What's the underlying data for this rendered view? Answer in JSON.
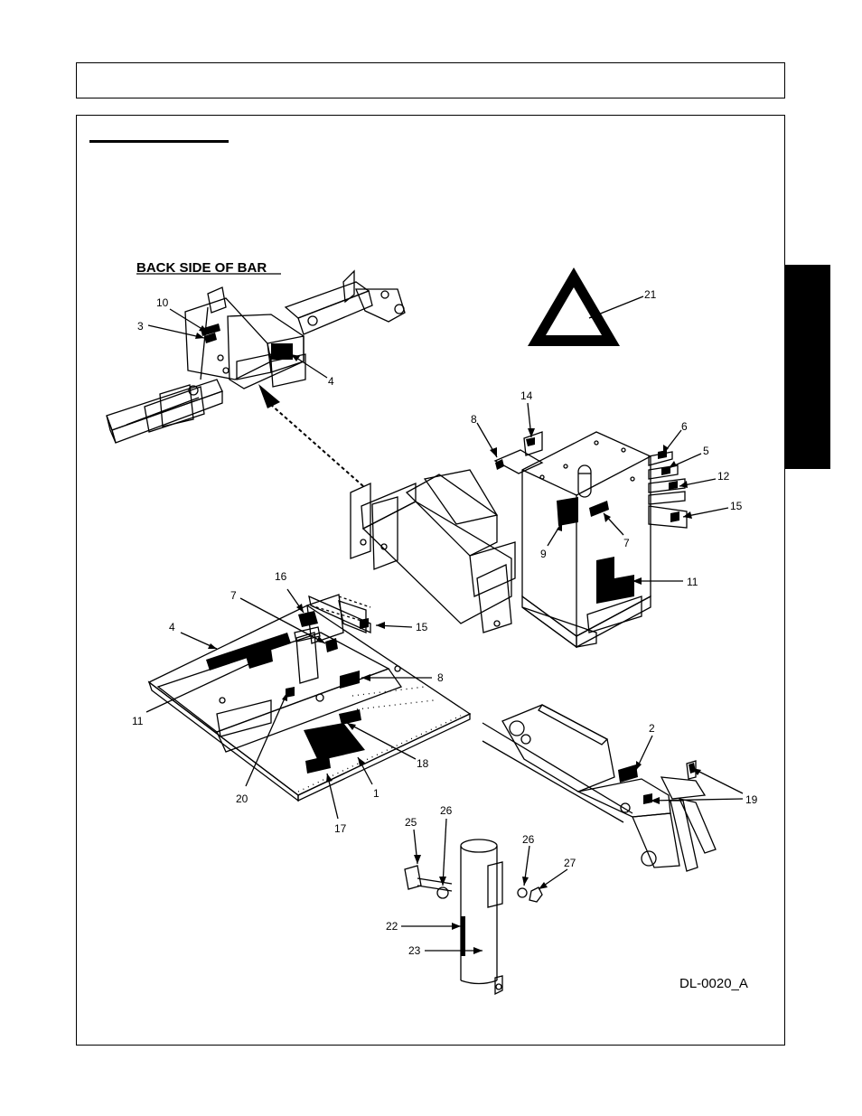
{
  "diagram": {
    "subtitle": "BACK SIDE OF BAR",
    "figure_id": "DL-0020_A",
    "callouts": [
      "10",
      "3",
      "4",
      "21",
      "14",
      "8",
      "6",
      "5",
      "12",
      "15",
      "9",
      "7",
      "11",
      "16",
      "7",
      "4",
      "15",
      "8",
      "11",
      "18",
      "20",
      "1",
      "17",
      "2",
      "19",
      "25",
      "26",
      "26",
      "27",
      "22",
      "23"
    ]
  }
}
